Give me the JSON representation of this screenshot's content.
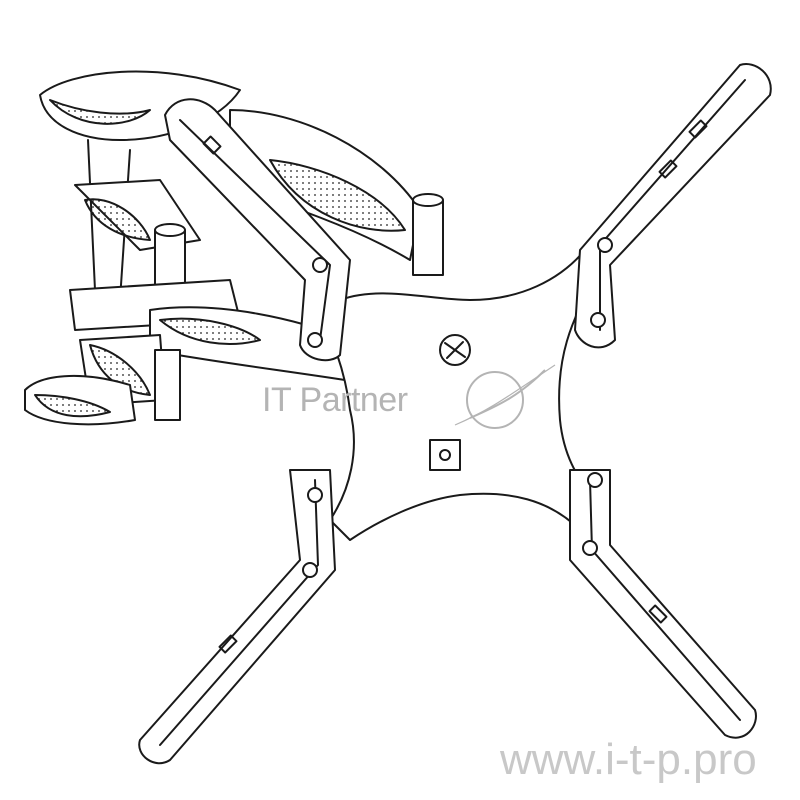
{
  "image": {
    "subject": "TV wall mount bracket line drawing",
    "stroke_color": "#1a1a1a",
    "background_color": "#ffffff"
  },
  "watermarks": {
    "logo_text": "IT Partner",
    "url_text": "www.i-t-p.pro",
    "watermark_color": "#b4b4b4"
  }
}
